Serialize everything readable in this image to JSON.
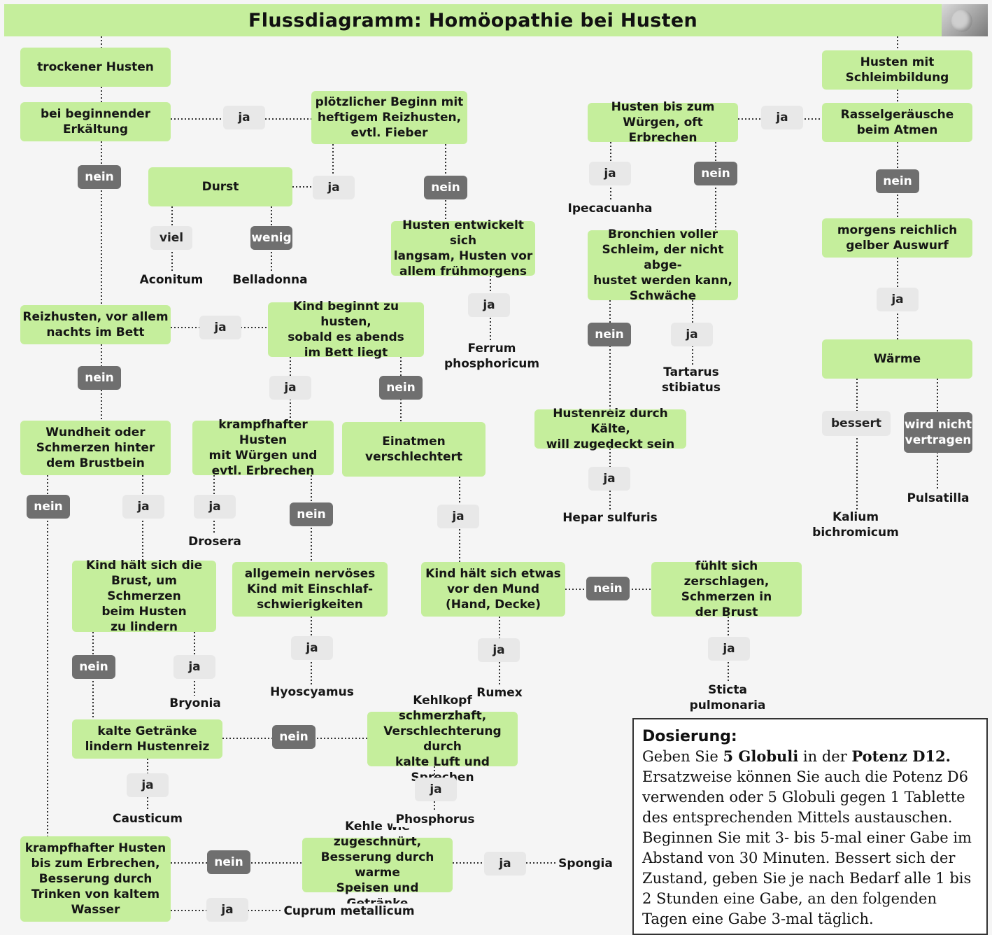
{
  "title": "Flussdiagramm: Homöopathie bei Husten",
  "colors": {
    "node": "#c5ee9c",
    "ja_label": "#e8e8e8",
    "nein_label": "#6f6f6f",
    "line": "#333333"
  },
  "nodes": {
    "trockener_husten": "trockener Husten",
    "beginnende_erkaeltung": "bei beginnender\nErkältung",
    "ploetzlicher_beginn": "plötzlicher Beginn mit\nheftigem Reizhusten,\nevtl. Fieber",
    "durst": "Durst",
    "husten_langsam": "Husten entwickelt sich\nlangsam, Husten vor\nallem frühmorgens",
    "reizhusten_nachts": "Reizhusten, vor allem\nnachts im Bett",
    "kind_abends": "Kind beginnt zu husten,\nsobald es abends\nim Bett liegt",
    "wundheit": "Wundheit oder\nSchmerzen hinter\ndem Brustbein",
    "krampfhafter_wuergen": "krampfhafter Husten\nmit Würgen und\nevtl. Erbrechen",
    "einatmen": "Einatmen\nverschlechtert",
    "kind_brust": "Kind hält sich die\nBrust, um Schmerzen\nbeim Husten\nzu lindern",
    "nervoes": "allgemein nervöses\nKind mit Einschlaf-\nschwierigkeiten",
    "kind_mund": "Kind hält sich etwas\nvor den Mund\n(Hand, Decke)",
    "zerschlagen": "fühlt sich zerschlagen,\nSchmerzen in\nder Brust",
    "kalte_getraenke": "kalte Getränke\nlindern Hustenreiz",
    "kehlkopf": "Kehlkopf schmerzhaft,\nVerschlechterung durch\nkalte Luft und Sprechen",
    "krampfhafter_erbrechen": "krampfhafter Husten\nbis zum Erbrechen,\nBesserung durch\nTrinken von kaltem\nWasser",
    "kehle": "Kehle wie zugeschnürt,\nBesserung durch warme\nSpeisen und Getränke",
    "husten_wuergen": "Husten bis zum\nWürgen, oft Erbrechen",
    "bronchien": "Bronchien voller\nSchleim, der nicht abge-\nhustet werden kann,\nSchwäche",
    "hustenreiz_kaelte": "Hustenreiz durch Kälte,\nwill zugedeckt sein",
    "schleimbildung": "Husten mit\nSchleimbildung",
    "rasselgeraeusche": "Rasselgeräusche\nbeim Atmen",
    "morgens_auswurf": "morgens reichlich\ngelber Auswurf",
    "waerme": "Wärme"
  },
  "answers": {
    "ja": "ja",
    "nein": "nein"
  },
  "conditions": {
    "viel": "viel",
    "wenig": "wenig",
    "bessert": "bessert",
    "wird_nicht_vertragen": "wird nicht\nvertragen"
  },
  "remedies": {
    "aconitum": "Aconitum",
    "belladonna": "Belladonna",
    "ferrum": "Ferrum\nphosphoricum",
    "ipecacuanha": "Ipecacuanha",
    "tartarus": "Tartarus\nstibiatus",
    "hepar": "Hepar sulfuris",
    "pulsatilla": "Pulsatilla",
    "kalium": "Kalium\nbichromicum",
    "drosera": "Drosera",
    "bryonia": "Bryonia",
    "hyoscyamus": "Hyoscyamus",
    "rumex": "Rumex",
    "sticta": "Sticta\npulmonaria",
    "causticum": "Causticum",
    "phosphorus": "Phosphorus",
    "spongia": "Spongia",
    "cuprum": "Cuprum metallicum"
  },
  "dosage": {
    "title": "Dosierung:",
    "line1_pre": "Geben Sie ",
    "line1_bold1": "5 Globuli",
    "line1_mid": " in der ",
    "line1_bold2": "Potenz D12.",
    "text": "Ersatzweise können Sie auch die Potenz D6 verwenden oder 5 Globuli gegen 1 Tablette des entsprechenden Mittels austauschen. Beginnen Sie mit 3- bis 5-mal einer Gabe im Abstand von 30 Minuten. Bessert sich der Zustand, geben Sie je nach Bedarf alle 1 bis 2 Stunden eine Gabe, an den folgenden Tagen eine Gabe 3-mal täglich."
  }
}
